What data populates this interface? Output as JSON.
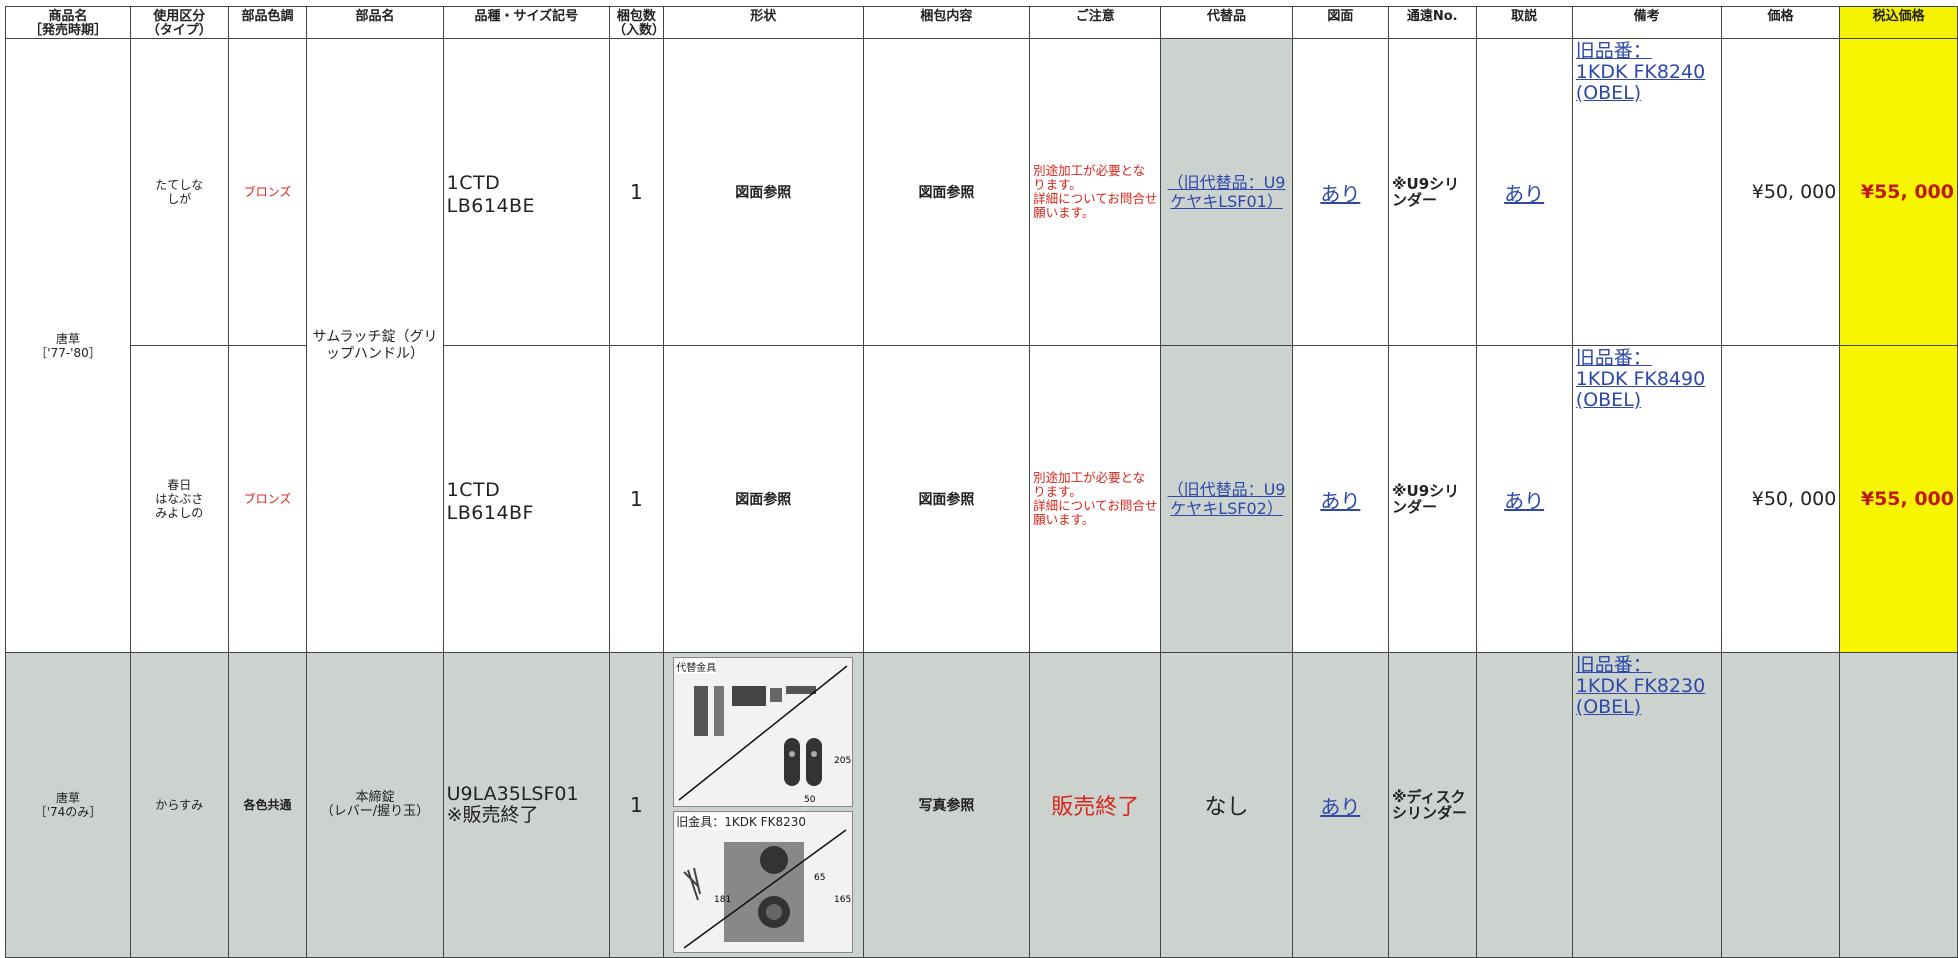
{
  "headers": [
    "商品名\n［発売時期］",
    "使用区分\n（タイプ）",
    "部品色調",
    "部品名",
    "品種・サイズ記号",
    "梱包数\n（入数）",
    "形状",
    "梱包内容",
    "ご注意",
    "代替品",
    "図面",
    "通遠No.",
    "取説",
    "備考",
    "価格",
    "税込価格"
  ],
  "group1": {
    "product": "唐草\n［'77-'80］",
    "part_name": "サムラッチ錠（グリップハンドル）"
  },
  "rows": [
    {
      "type": "たてしな\nしが",
      "color": "ブロンズ",
      "code": "1CTD　LB614BE",
      "qty": "1",
      "shape": "図面参照",
      "contents": "図面参照",
      "caution": "別途加工が必要となります。\n詳細についてお問合せ願います。",
      "substitute": "（旧代替品：U9ケヤキLSF01）",
      "drawing": "あり",
      "cyl": "※U9シリンダー",
      "manual": "あり",
      "remark": "旧品番：\n1KDK FK8240\n(OBEL)",
      "price": "¥50, 000",
      "tax_price": "¥55, 000"
    },
    {
      "type": "春日\nはなぶさ\nみよしの",
      "color": "ブロンズ",
      "code": "1CTD　LB614BF",
      "qty": "1",
      "shape": "図面参照",
      "contents": "図面参照",
      "caution": "別途加工が必要となります。\n詳細についてお問合せ願います。",
      "substitute": "（旧代替品：U9ケヤキLSF02）",
      "drawing": "あり",
      "cyl": "※U9シリンダー",
      "manual": "あり",
      "remark": "旧品番：\n1KDK FK8490\n(OBEL)",
      "price": "¥50, 000",
      "tax_price": "¥55, 000"
    }
  ],
  "row3": {
    "product": "唐草\n［'74のみ］",
    "type": "からすみ",
    "color": "各色共通",
    "part_name": "本締錠\n（レバー/握り玉）",
    "code": "U9LA35LSF01\n※販売終了",
    "qty": "1",
    "photo_label_top": "代替金具",
    "photo_label_bottom": "旧金具：1KDK FK8230",
    "dim_labels": [
      "205",
      "50",
      "181",
      "65",
      "165"
    ],
    "contents": "写真参照",
    "caution": "販売終了",
    "substitute": "なし",
    "drawing": "あり",
    "cyl": "※ディスクシリンダー",
    "remark": "旧品番：\n1KDK FK8230\n(OBEL)"
  }
}
